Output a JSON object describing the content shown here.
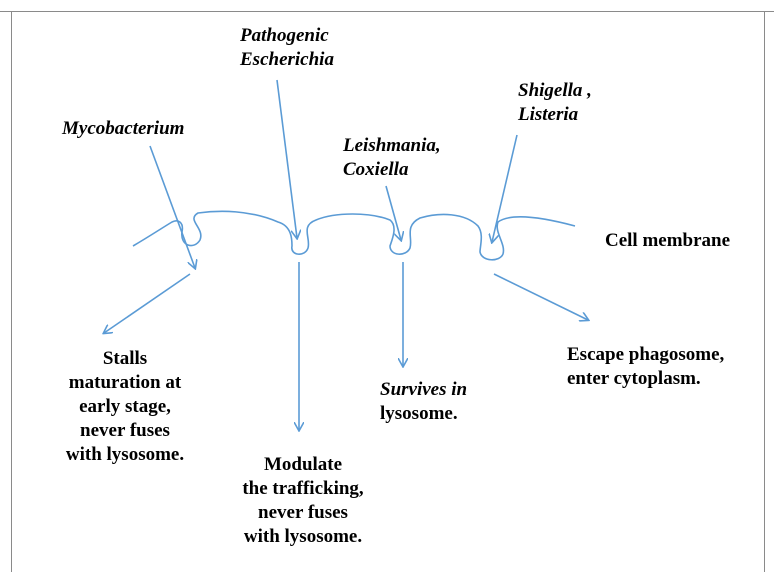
{
  "labels": {
    "pathogenic_escherichia": [
      "Pathogenic",
      "Escherichia"
    ],
    "mycobacterium": "Mycobacterium",
    "leishmania_coxiella": [
      "Leishmania,",
      "Coxiella"
    ],
    "shigella_listeria": [
      "Shigella ,",
      "Listeria"
    ],
    "cell_membrane": "Cell membrane",
    "outcome_mycobacterium": [
      "Stalls",
      "maturation at",
      "early stage,",
      "never fuses",
      "with lysosome."
    ],
    "outcome_escherichia": [
      "Modulate",
      "the trafficking,",
      "never fuses",
      "with lysosome."
    ],
    "outcome_leishmania": [
      "Survives in",
      "lysosome."
    ],
    "outcome_shigella": [
      "Escape phagosome,",
      "enter cytoplasm."
    ]
  },
  "colors": {
    "arrow": "#5b9bd5",
    "text": "#000000",
    "frame": "#8a8a8a"
  }
}
